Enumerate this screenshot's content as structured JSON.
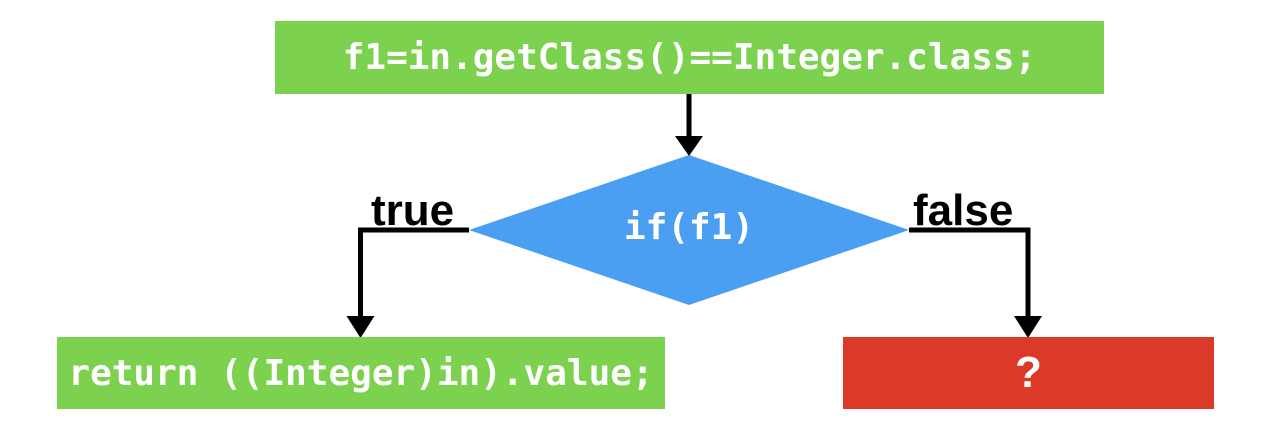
{
  "flowchart": {
    "nodes": {
      "assign": {
        "label": "f1=in.getClass()==Integer.class;",
        "type": "process"
      },
      "decision": {
        "label": "if(f1)",
        "type": "decision"
      },
      "return_true": {
        "label": "return ((Integer)in).value;",
        "type": "process"
      },
      "unknown_false": {
        "label": "?",
        "type": "unknown"
      }
    },
    "edge_labels": {
      "true_branch": "true",
      "false_branch": "false"
    },
    "colors": {
      "process_green": "#7cd14e",
      "decision_blue": "#4a9ff2",
      "error_red": "#da3a27",
      "connector_black": "#000000",
      "code_text_white": "#ffffff",
      "edge_label_black": "#000000"
    }
  }
}
